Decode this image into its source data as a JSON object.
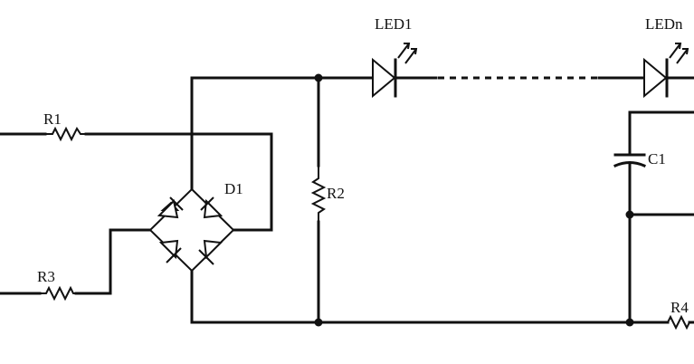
{
  "labels": {
    "led1": "LED1",
    "ledn": "LEDn",
    "r1": "R1",
    "r2": "R2",
    "r3": "R3",
    "r4": "R4",
    "c1": "C1",
    "d1": "D1"
  }
}
